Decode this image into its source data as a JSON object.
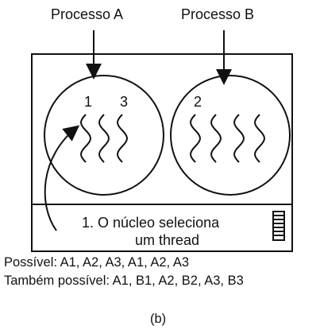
{
  "diagram": {
    "process_a_label": "Processo A",
    "process_b_label": "Processo B",
    "thread_labels": {
      "a1": "1",
      "a3": "3",
      "b2": "2"
    },
    "kernel_text": {
      "line1": "1. O núcleo seleciona",
      "line2": "um thread"
    },
    "possible_text": "Possível: A1, A2, A3, A1, A2, A3",
    "also_possible_text": "Também possível: A1, B1, A2, B2, A3, B3",
    "caption": "(b)"
  }
}
